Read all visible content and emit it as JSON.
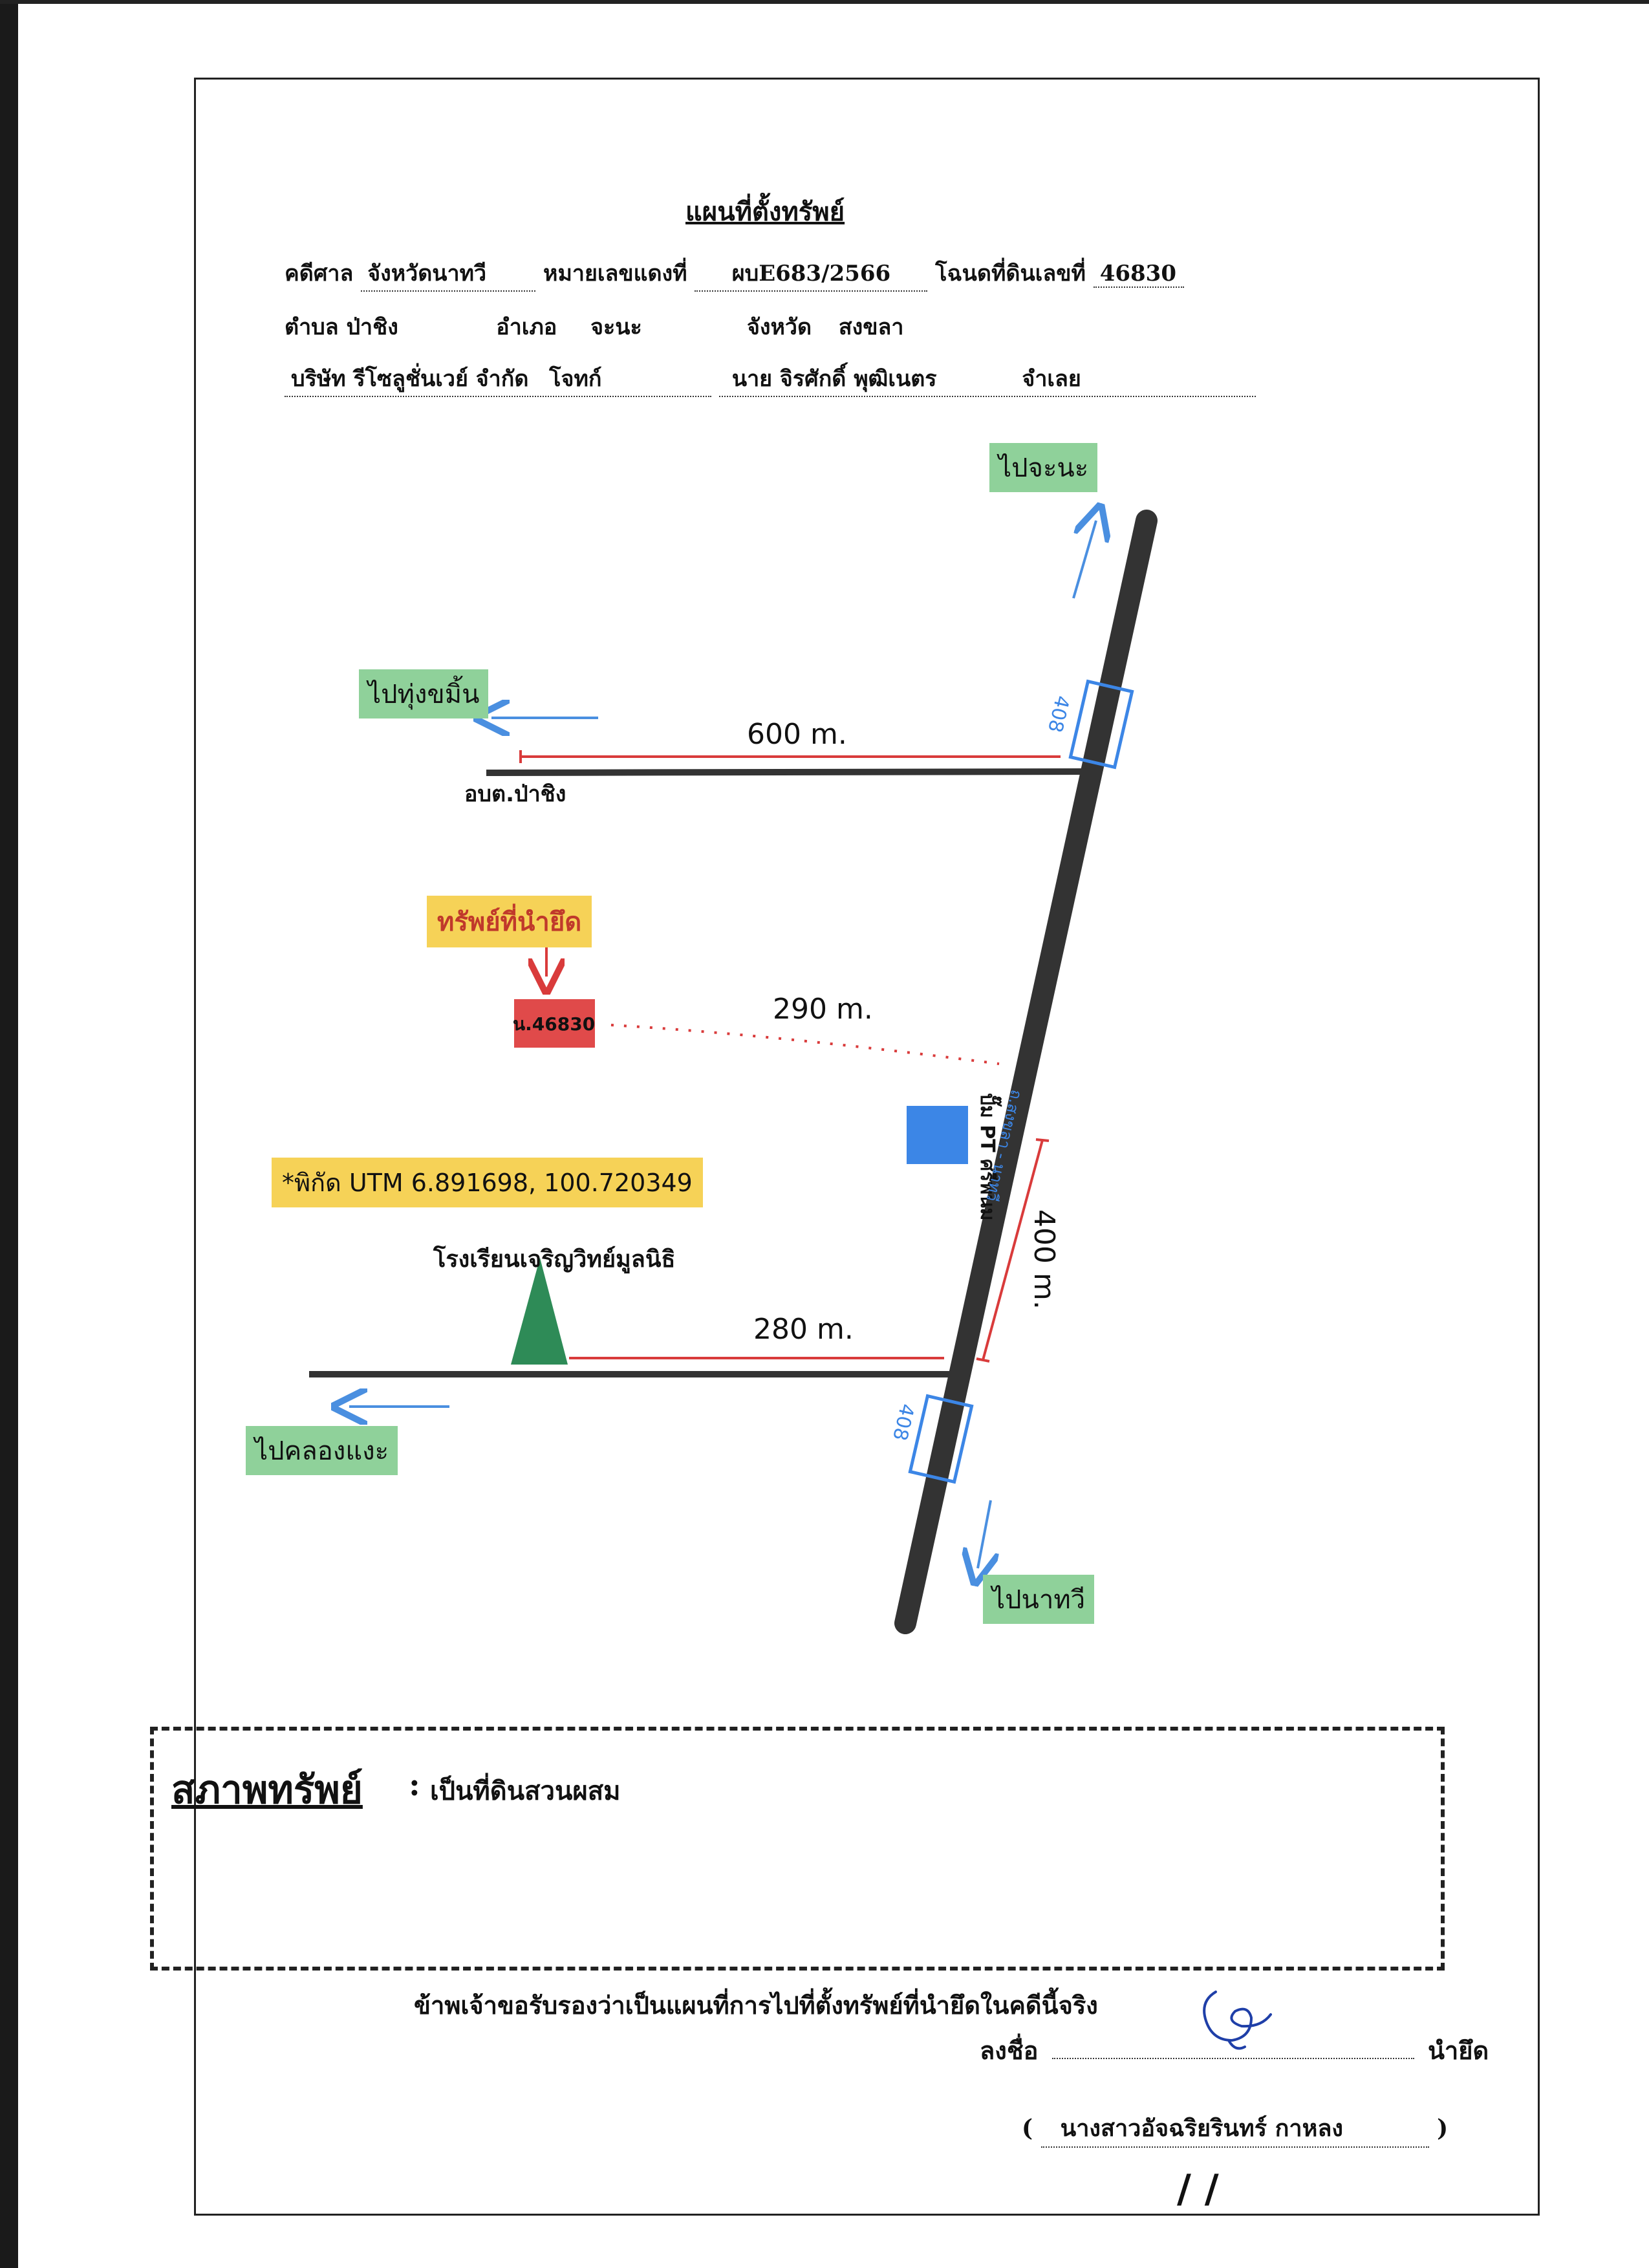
{
  "title": "แผนที่ตั้งทรัพย์",
  "header": {
    "court_label": "คดีศาล",
    "court_value": "จังหวัดนาทวี",
    "case_label": "หมายเลขแดงที่",
    "case_value": "ผบE683/2566",
    "deed_label": "โฉนดที่ดินเลขที่",
    "deed_value": "46830",
    "subdistrict_label": "ตำบล",
    "subdistrict_value": "ป่าชิง",
    "district_label": "อำเภอ",
    "district_value": "จะนะ",
    "province_label": "จังหวัด",
    "province_value": "สงขลา",
    "plaintiff_value": "บริษัท รีโซลูชั่นเวย์ จำกัด",
    "plaintiff_label": "โจทก์",
    "defendant_value": "นาย จิรศักดิ์ พุฒิเนตร",
    "defendant_label": "จำเลย"
  },
  "map": {
    "to_north": "ไปจะนะ",
    "to_west_top": "ไปทุ่งขมิ้น",
    "to_west_bottom": "ไปคลองแงะ",
    "to_south": "ไปนาทวี",
    "road_number_top": "408",
    "road_number_bottom": "408",
    "dist_top_road": "600 m.",
    "landmark_top": "อบต.ป่าชิง",
    "property_caption": "ทรัพย์ที่นำยึด",
    "property_id": "น.46830",
    "dist_property": "290 m.",
    "gas_station": "ปั๊ม PT ศรีพนม",
    "highway_name": "ถ.สงขลา - นาทวี",
    "dist_highway": "400 m.",
    "coordinates": "*พิกัด UTM 6.891698, 100.720349",
    "landmark_bottom": "โรงเรียนเจริญวิทย์มูลนิธิ",
    "dist_bottom_road": "280 m."
  },
  "status": {
    "label": "สภาพทรัพย์",
    "colon": ":",
    "value": "เป็นที่ดินสวนผสม"
  },
  "certification": "ข้าพเจ้าขอรับรองว่าเป็นแผนที่การไปที่ตั้งทรัพย์ที่นำยึดในคดีนี้จริง",
  "signature": {
    "sign_label": "ลงชื่อ",
    "role": "นำยึด",
    "open_paren": "(",
    "name": "นางสาวอัจฉริยรินทร์ กาหลง",
    "close_paren": ")",
    "date": "/ /"
  },
  "colors": {
    "road": "#333333",
    "distance_red": "#d93b3b",
    "arrow_blue": "#4a8fe0",
    "label_green": "#8fd19a",
    "label_yellow": "#f6d257",
    "property_red": "#e04a4a",
    "station_blue": "#3c86e6",
    "landmark_green": "#2e8b57"
  }
}
